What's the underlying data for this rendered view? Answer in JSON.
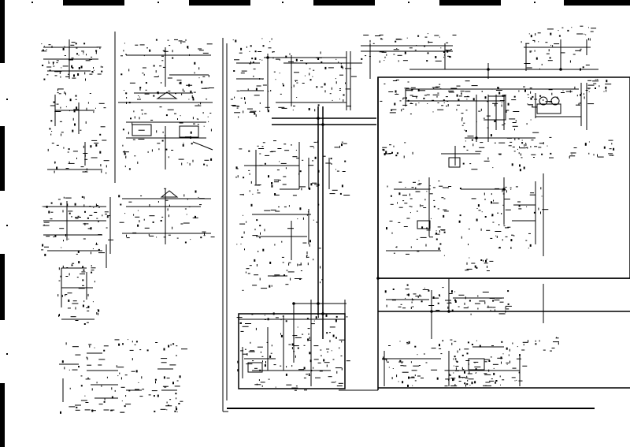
{
  "sheet": {
    "ink": "#000000",
    "paper": "#ffffff",
    "border_marks_top": 10,
    "border_marks_left": 7,
    "description_visible_text": "none legible"
  }
}
